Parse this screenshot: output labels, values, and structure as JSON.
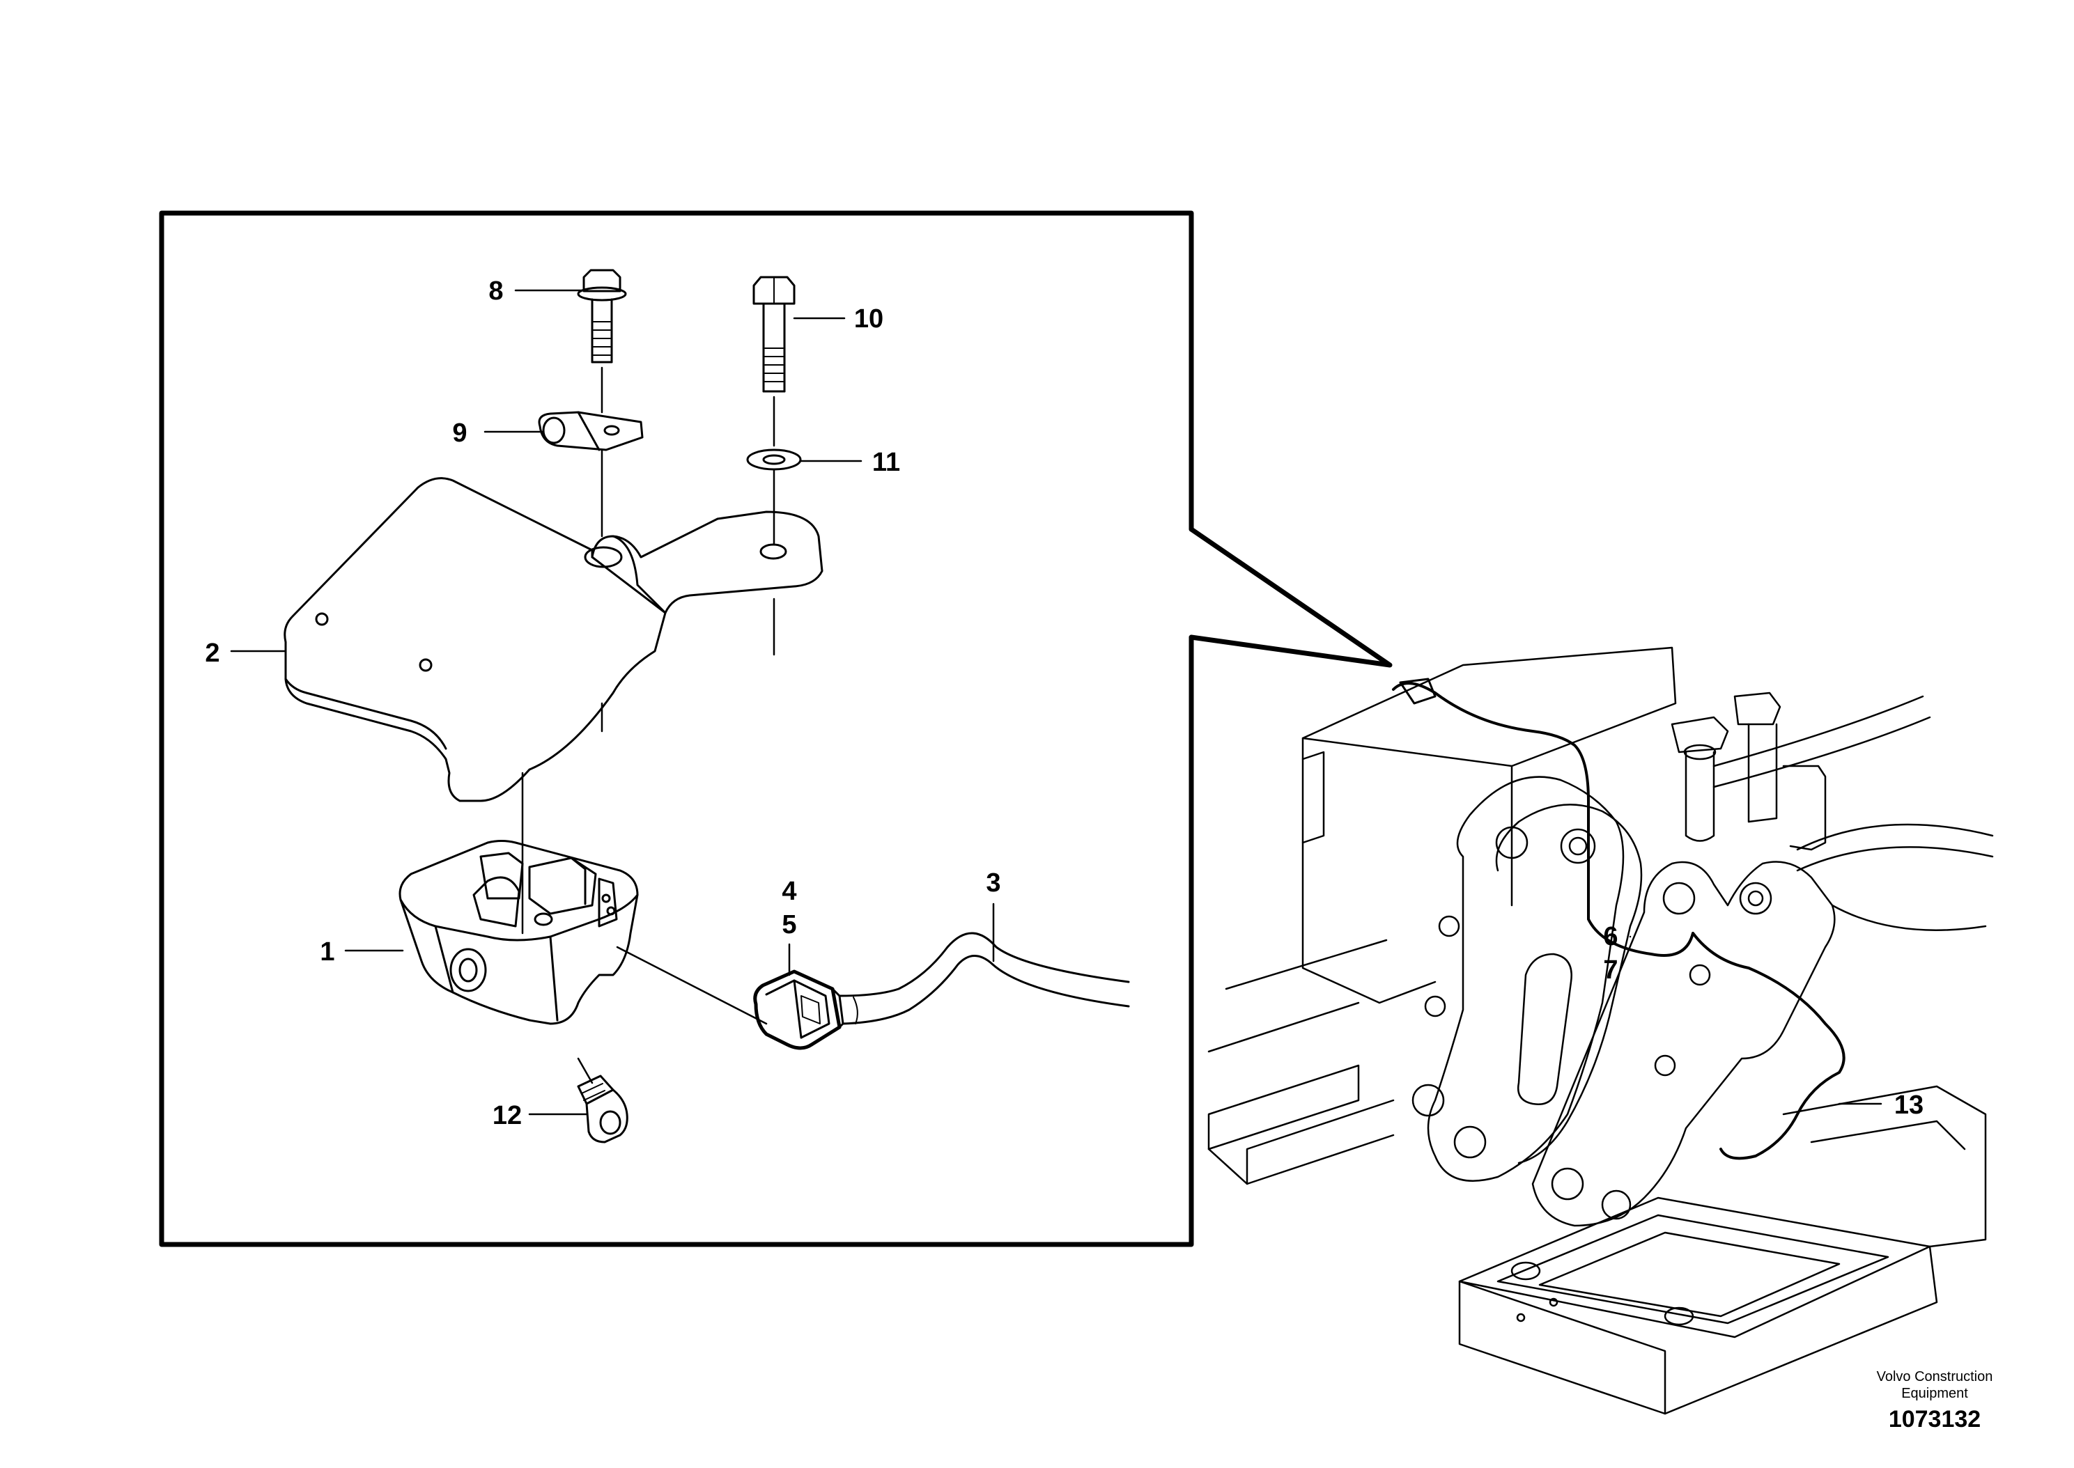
{
  "callouts": [
    {
      "id": "1",
      "text": "1"
    },
    {
      "id": "2",
      "text": "2"
    },
    {
      "id": "3",
      "text": "3"
    },
    {
      "id": "4",
      "text": "4"
    },
    {
      "id": "5",
      "text": "5"
    },
    {
      "id": "6",
      "text": "6"
    },
    {
      "id": "7",
      "text": "7"
    },
    {
      "id": "8",
      "text": "8"
    },
    {
      "id": "9",
      "text": "9"
    },
    {
      "id": "10",
      "text": "10"
    },
    {
      "id": "11",
      "text": "11"
    },
    {
      "id": "12",
      "text": "12"
    },
    {
      "id": "13",
      "text": "13"
    }
  ],
  "footer": {
    "company_line1": "Volvo Construction",
    "company_line2": "Equipment",
    "document_number": "1073132"
  },
  "colors": {
    "line": "#000000",
    "background": "#ffffff"
  }
}
